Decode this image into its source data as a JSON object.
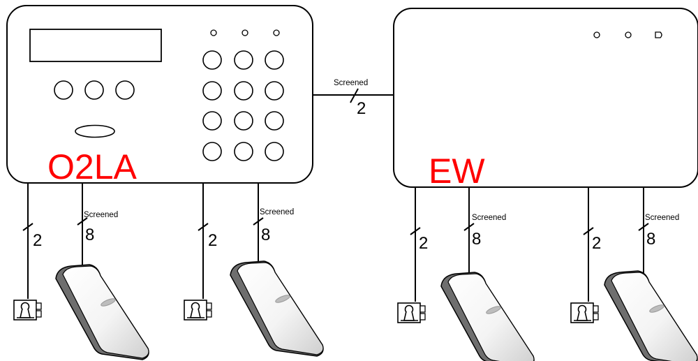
{
  "controller": {
    "name": "O2LA",
    "name_color": "#ff0000"
  },
  "expander": {
    "name": "EW",
    "name_color": "#ff0000"
  },
  "bus_link": {
    "label": "Screened",
    "wires": "2"
  },
  "controller_ports": [
    {
      "lock_wires": "2",
      "reader_label": "Screened",
      "reader_wires": "8"
    },
    {
      "lock_wires": "2",
      "reader_label": "Screened",
      "reader_wires": "8"
    }
  ],
  "expander_ports": [
    {
      "lock_wires": "2",
      "reader_label": "Screened",
      "reader_wires": "8"
    },
    {
      "lock_wires": "2",
      "reader_label": "Screened",
      "reader_wires": "8"
    }
  ],
  "icons": {
    "lock": "electric-lock-icon",
    "reader": "card-reader-icon"
  }
}
